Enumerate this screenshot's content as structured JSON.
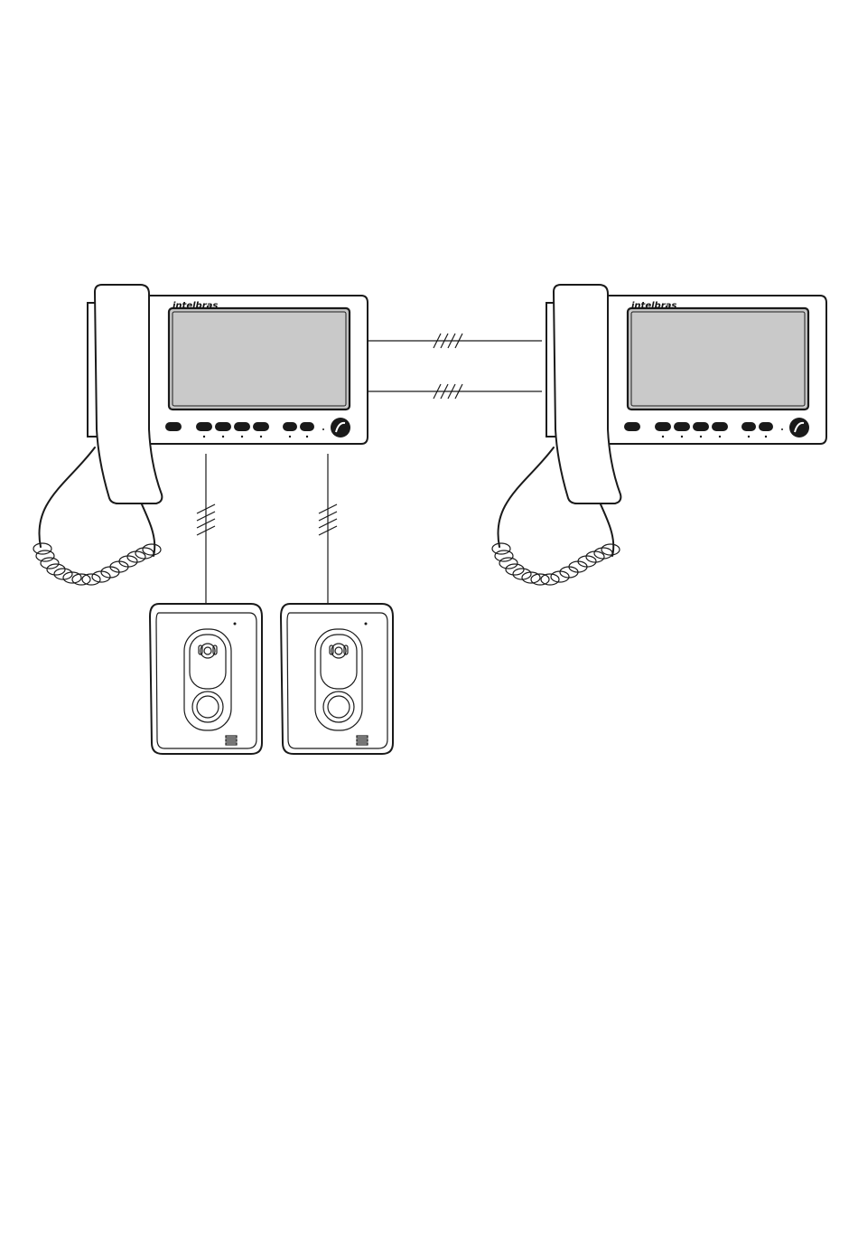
{
  "monitors": [
    {
      "id": "left",
      "brand": "intelbras"
    },
    {
      "id": "right",
      "brand": "intelbras"
    }
  ],
  "door_stations": [
    {
      "id": "station-1"
    },
    {
      "id": "station-2"
    }
  ],
  "connections": [
    {
      "from": "monitor-left",
      "to": "monitor-right",
      "wires": 4
    },
    {
      "from": "monitor-left",
      "to": "monitor-right",
      "wires": 4
    },
    {
      "from": "monitor-left",
      "to": "station-1",
      "wires": 4
    },
    {
      "from": "monitor-left",
      "to": "station-2",
      "wires": 4
    }
  ],
  "colors": {
    "line": "#1a1a1a",
    "screen": "#c9c9c9",
    "background": "#ffffff"
  }
}
